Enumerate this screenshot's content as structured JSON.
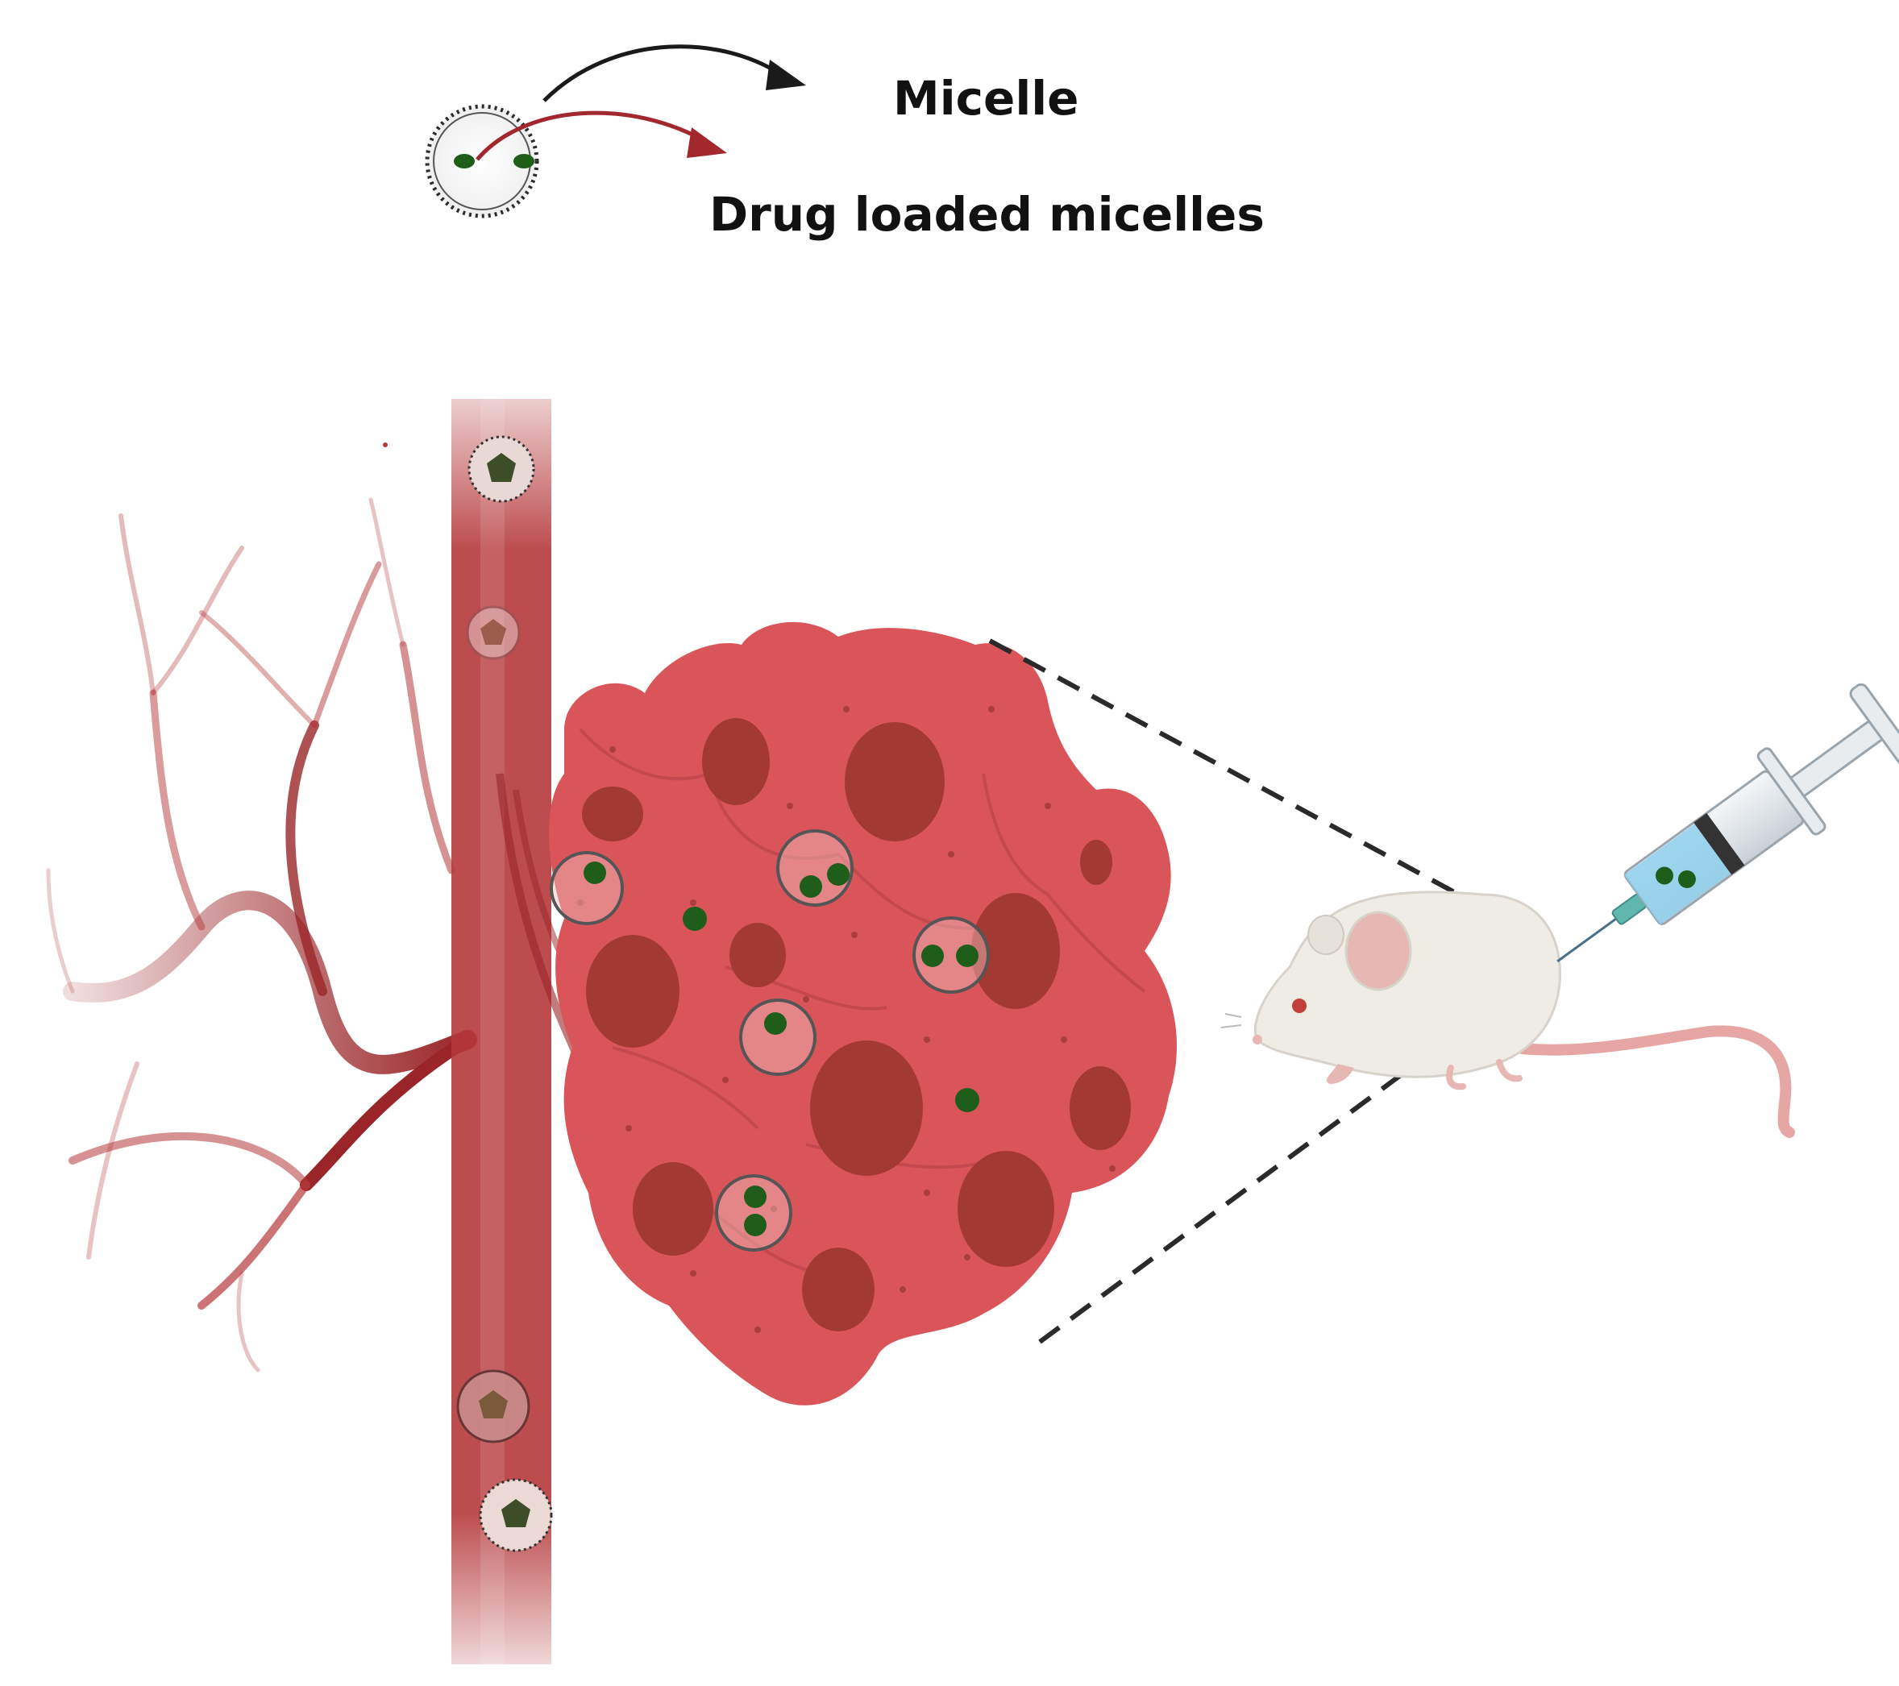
{
  "legend": {
    "micelle_label": "Micelle",
    "drug_loaded_label": "Drug loaded micelles"
  },
  "colors": {
    "vessel": "#b5383a",
    "vessel_dark": "#9a2528",
    "tumor": "#d9555a",
    "tumor_nucleus": "#a23a33",
    "drug": "#1f5e1a",
    "arrow_black": "#1a1a1a",
    "arrow_red": "#a2282e",
    "mouse": "#efece6",
    "dashed_line": "#2a2a2a"
  },
  "icons": [
    "micelle-icon",
    "blood-vessel",
    "tumor-mass",
    "mouse-icon",
    "syringe-icon"
  ]
}
